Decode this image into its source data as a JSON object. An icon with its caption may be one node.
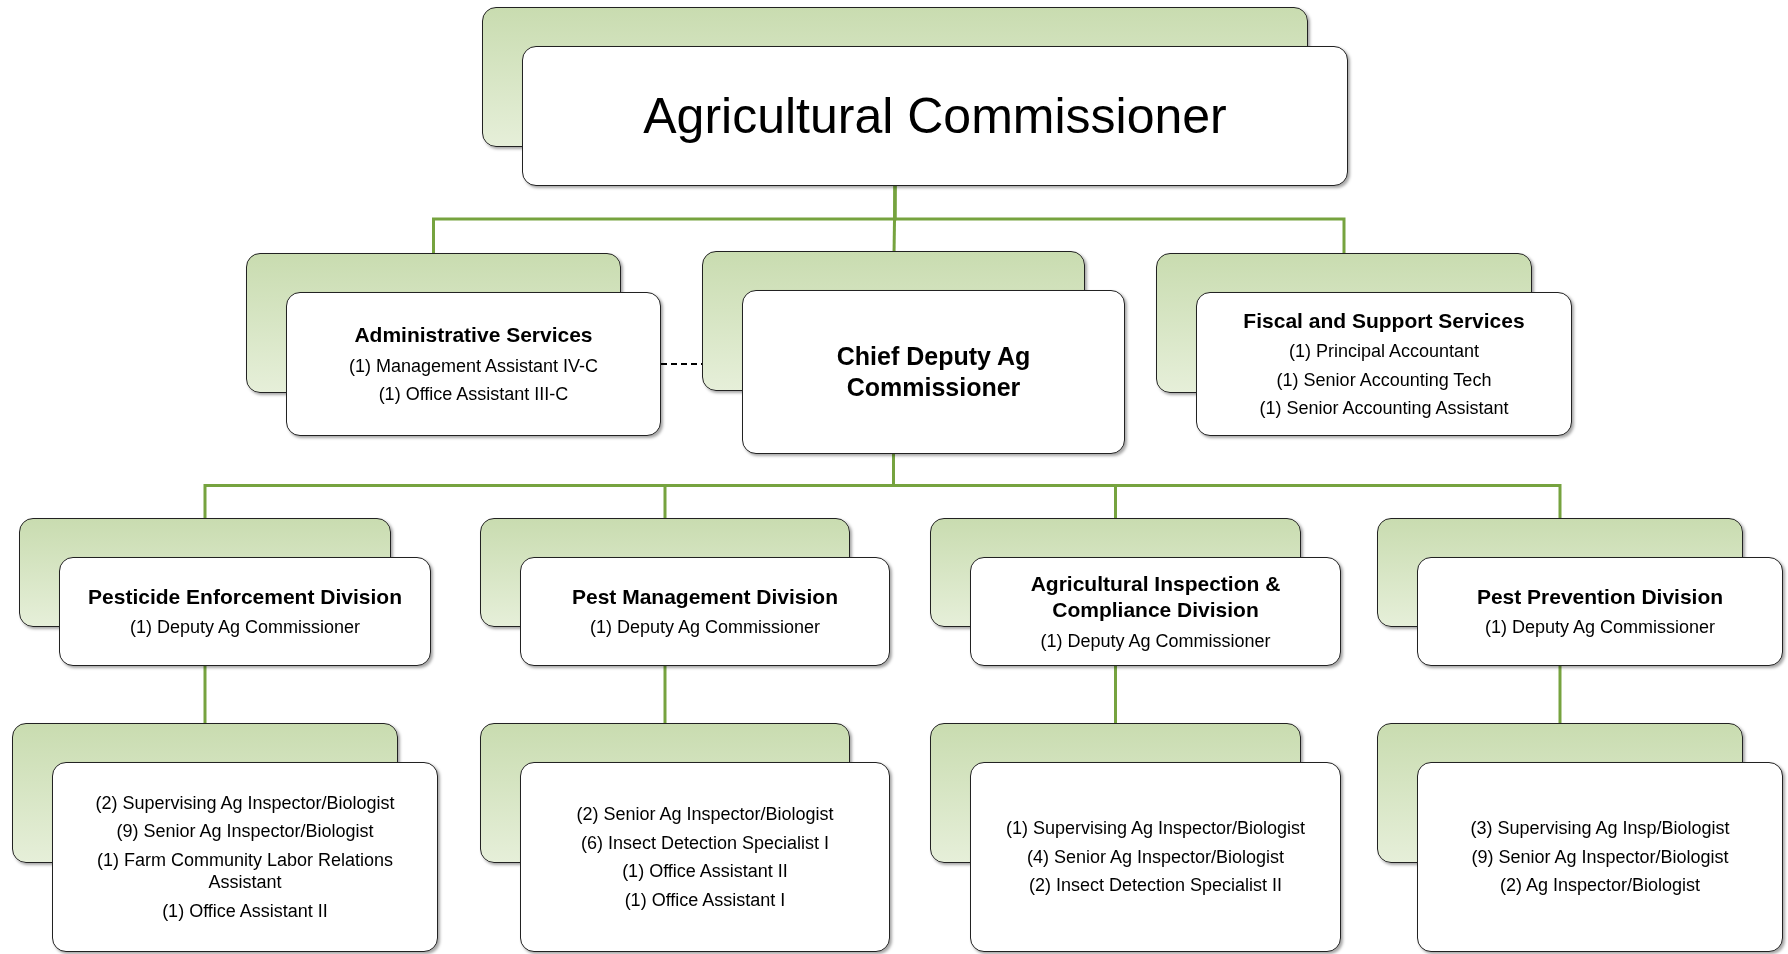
{
  "diagram": {
    "nodes": [
      {
        "text": [
          "Agricultural Commissioner"
        ]
      },
      {
        "text": [
          "Administrative Services",
          "(1) Management Assistant IV-C",
          "(1) Office Assistant III-C"
        ]
      },
      {
        "text": [
          "Chief Deputy Ag Commissioner"
        ]
      },
      {
        "text": [
          "Fiscal and Support Services",
          "(1) Principal Accountant",
          "(1) Senior Accounting Tech",
          "(1) Senior Accounting Assistant"
        ]
      },
      {
        "text": [
          "Pesticide Enforcement Division",
          "(1) Deputy Ag Commissioner"
        ]
      },
      {
        "text": [
          "Pest Management Division",
          "(1) Deputy Ag Commissioner"
        ]
      },
      {
        "text": [
          "Agricultural Inspection & Compliance Division",
          "(1) Deputy Ag Commissioner"
        ]
      },
      {
        "text": [
          "Pest Prevention Division",
          "(1) Deputy Ag Commissioner"
        ]
      },
      {
        "text": [
          "(2) Supervising Ag Inspector/Biologist",
          "(9) Senior Ag Inspector/Biologist",
          "(1) Farm Community Labor Relations Assistant",
          "(1) Office Assistant II"
        ]
      },
      {
        "text": [
          "(2) Senior Ag Inspector/Biologist",
          "(6) Insect Detection Specialist I",
          "(1) Office Assistant II",
          "(1) Office Assistant I"
        ]
      },
      {
        "text": [
          "(1) Supervising Ag Inspector/Biologist",
          "(4) Senior Ag Inspector/Biologist",
          "(2) Insect Detection Specialist II"
        ]
      },
      {
        "text": [
          "(3) Supervising Ag Insp/Biologist",
          "(9) Senior Ag Inspector/Biologist",
          "(2) Ag Inspector/Biologist"
        ]
      }
    ],
    "edges": [
      {
        "from": 0,
        "to": 1,
        "arrow": "none"
      },
      {
        "from": 0,
        "to": 2,
        "arrow": "none"
      },
      {
        "from": 0,
        "to": 3,
        "arrow": "none"
      },
      {
        "from": 1,
        "to": 2,
        "arrow": "none",
        "style": "dashed",
        "color": "#000000"
      },
      {
        "from": 2,
        "to": 4,
        "arrow": "none"
      },
      {
        "from": 2,
        "to": 5,
        "arrow": "none"
      },
      {
        "from": 2,
        "to": 6,
        "arrow": "none"
      },
      {
        "from": 2,
        "to": 7,
        "arrow": "none"
      },
      {
        "from": 4,
        "to": 8,
        "arrow": "none"
      },
      {
        "from": 5,
        "to": 9,
        "arrow": "none"
      },
      {
        "from": 6,
        "to": 10,
        "arrow": "none"
      },
      {
        "from": 7,
        "to": 11,
        "arrow": "none"
      }
    ]
  }
}
